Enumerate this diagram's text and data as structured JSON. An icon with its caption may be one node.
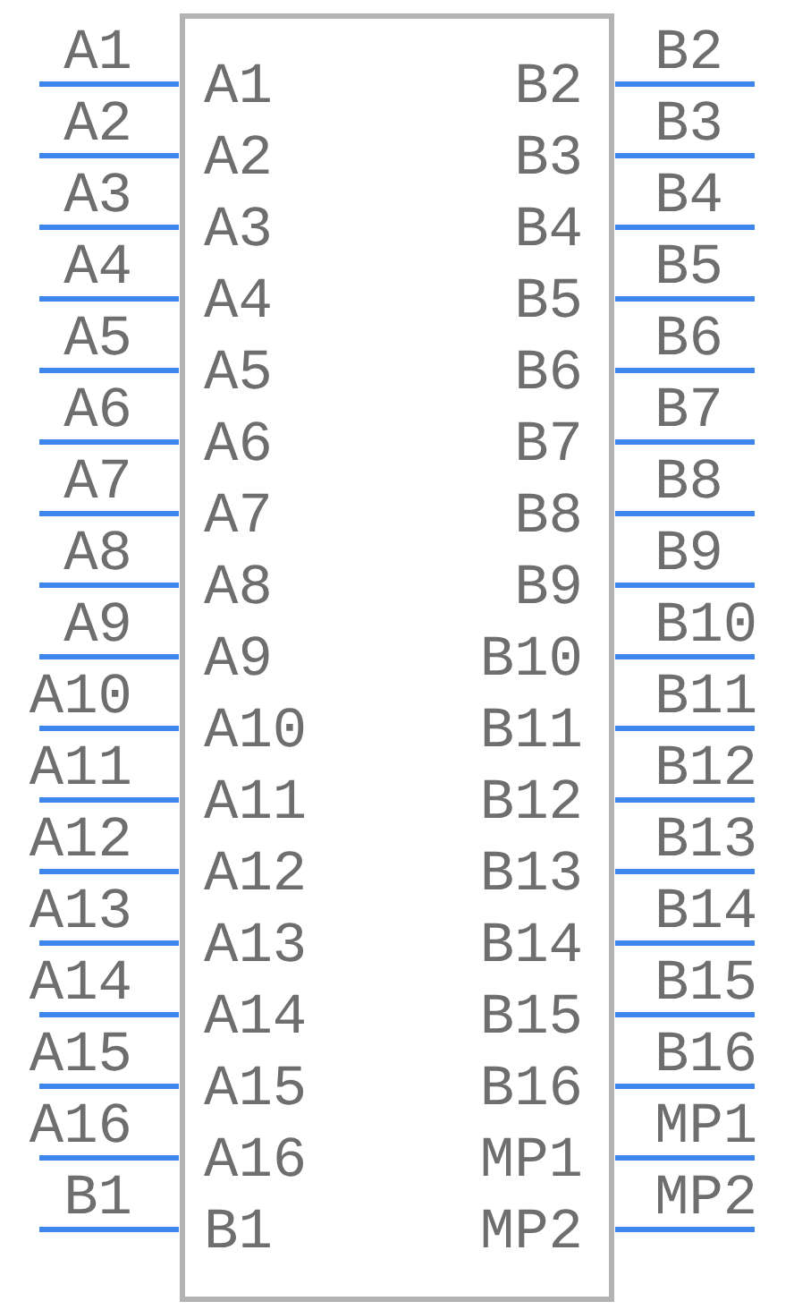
{
  "diagram": {
    "labels": [
      "A1",
      "A1",
      "B2",
      "B2",
      "A2",
      "A2",
      "B3",
      "B3",
      "A3",
      "A3",
      "B4",
      "B4",
      "A4",
      "A4",
      "B5",
      "B5",
      "A5",
      "A5",
      "B6",
      "B6",
      "A6",
      "A6",
      "B7",
      "B7",
      "A7",
      "A7",
      "B8",
      "B8",
      "A8",
      "A8",
      "B9",
      "B9",
      "A9",
      "A9",
      "B10",
      "B10",
      "A10",
      "A10",
      "B11",
      "B11",
      "A11",
      "A11",
      "B12",
      "B12",
      "A12",
      "A12",
      "B13",
      "B13",
      "A13",
      "A13",
      "B14",
      "B14",
      "A14",
      "A14",
      "B15",
      "B15",
      "A15",
      "A15",
      "B16",
      "B16",
      "A16",
      "A16",
      "MP1",
      "MP1",
      "B1",
      "B1",
      "MP2",
      "MP2"
    ]
  }
}
